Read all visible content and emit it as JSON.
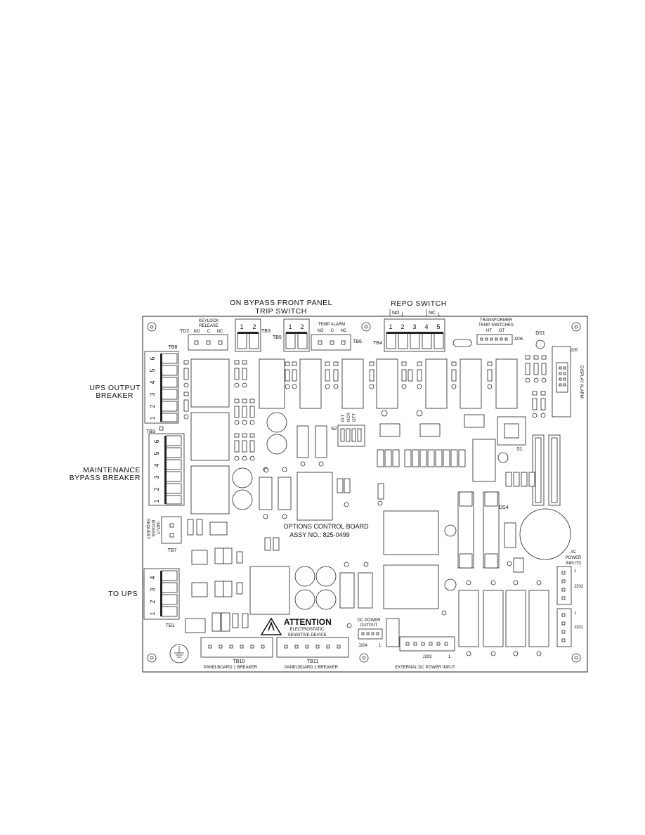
{
  "top_labels": {
    "bypass_line1": "ON BYPASS FRONT PANEL",
    "bypass_line2": "TRIP SWITCH",
    "repo_switch": "REPO SWITCH",
    "no1": "NO",
    "no1_sub": "1",
    "nc1": "NC",
    "nc1_sub": "1"
  },
  "side_labels": {
    "ups_output_1": "UPS OUTPUT",
    "ups_output_2": "BREAKER",
    "maint_1": "MAINTENANCE",
    "maint_2": "BYPASS BREAKER",
    "to_ups": "TO UPS"
  },
  "board": {
    "keylock_1": "KEYLOCK",
    "keylock_2": "RELEASE",
    "td2": "TD2",
    "tb3": "TB3",
    "tb5": "TB5",
    "tb6": "TB6",
    "tb4": "TB4",
    "tb8": "TB8",
    "tb9": "TB9",
    "tb7": "TB7",
    "tb1": "TB1",
    "tb10": "TB10",
    "tb11": "TB11",
    "no": "NO",
    "c": "C",
    "nc": "NC",
    "temp_alarm": "TEMP ALARM",
    "transformer_1": "TRANSFORMER",
    "transformer_2": "TEMP SWITCHES",
    "ht": "HT",
    "ot": "OT",
    "j206": "J206",
    "ds1": "DS1",
    "j205": "J205",
    "display_alarm": "DISPLAY ALARM",
    "s2": "S2",
    "s2_opts": [
      "PLT",
      "NCR",
      "OTT"
    ],
    "s1": "S1",
    "ds4": "DS4",
    "options_title": "OPTIONS CONTROL BOARD",
    "assy": "ASSY NO.: 825-0499",
    "request_1": "REQUEST",
    "request_2": "BYPASS",
    "request_3": "INPUT",
    "ac_1": "AC",
    "ac_2": "POWER",
    "ac_3": "INPUTS",
    "j202": "J202",
    "j201": "J201",
    "pin1": "1",
    "attention": "ATTENTION",
    "electrostatic": "ELECTROSTATIC",
    "sensitive": "SENSITIVE DEVICE",
    "dc_power_1": "DC POWER",
    "dc_power_2": "OUTPUT",
    "j204": "J204",
    "j203": "J203",
    "tb10_desc": "PANELBOARD 1 BREAKER",
    "tb11_desc": "PANELBOARD 2 BREAKER",
    "j203_desc": "EXTERNAL DC POWER INPUT"
  },
  "terminals": {
    "tb3_nums": [
      "1",
      "2"
    ],
    "tb5_nums": [
      "1",
      "2"
    ],
    "tb4_nums": [
      "1",
      "2",
      "3",
      "4",
      "5"
    ],
    "tb8_nums": [
      "6",
      "5",
      "4",
      "3",
      "2",
      "1"
    ],
    "tb9_nums": [
      "6",
      "5",
      "4",
      "3",
      "2",
      "1"
    ],
    "tb1_nums": [
      "4",
      "3",
      "2",
      "1"
    ]
  }
}
